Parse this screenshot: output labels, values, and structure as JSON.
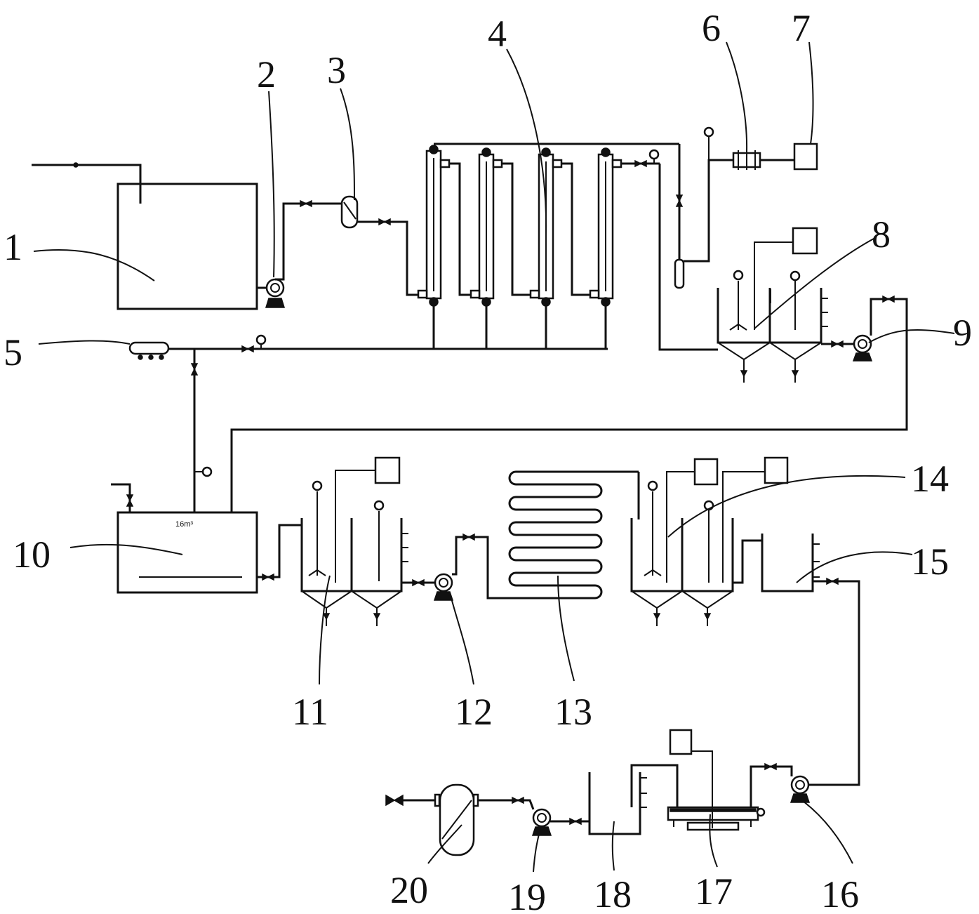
{
  "labels": {
    "l1": "1",
    "l2": "2",
    "l3": "3",
    "l4": "4",
    "l5": "5",
    "l6": "6",
    "l7": "7",
    "l8": "8",
    "l9": "9",
    "l10": "10",
    "l11": "11",
    "l12": "12",
    "l13": "13",
    "l14": "14",
    "l15": "15",
    "l16": "16",
    "l17": "17",
    "l18": "18",
    "l19": "19",
    "l20": "20"
  },
  "tank10_mark": "16m³"
}
